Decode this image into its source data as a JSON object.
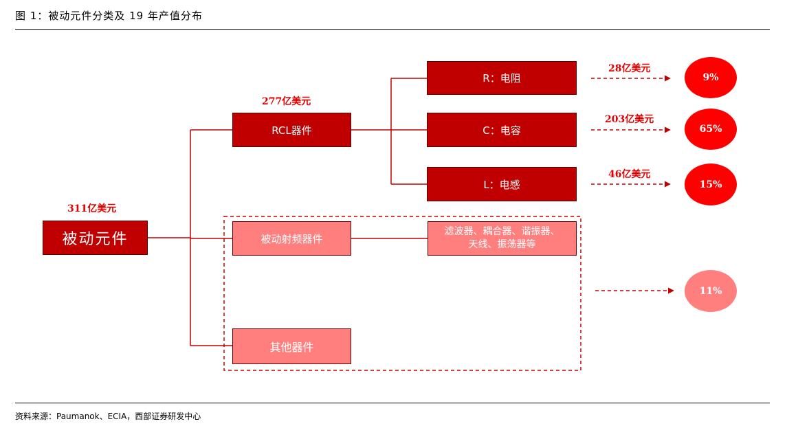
{
  "header": {
    "title": "图 1：被动元件分类及 19 年产值分布"
  },
  "footer": {
    "source": "资料来源：Paumanok、ECIA，西部证券研发中心"
  },
  "nodes": {
    "root": {
      "label": "被动元件",
      "amount": "311亿美元"
    },
    "rcl": {
      "label": "RCL器件",
      "amount": "277亿美元"
    },
    "resistor": {
      "label": "R：电阻",
      "amount": "28亿美元",
      "share": "9%"
    },
    "capacitor": {
      "label": "C：电容",
      "amount": "203亿美元",
      "share": "65%"
    },
    "inductor": {
      "label": "L：电感",
      "amount": "46亿美元",
      "share": "15%"
    },
    "rf": {
      "label": "被动射频器件",
      "detail": "滤波器、耦合器、谐振器、天线、振荡器等"
    },
    "other": {
      "label": "其他器件"
    },
    "others_share": "11%"
  },
  "colors": {
    "dark": "#c00000",
    "light": "#ff7f7f",
    "accent": "#e00000",
    "circle": "#ff0000"
  }
}
